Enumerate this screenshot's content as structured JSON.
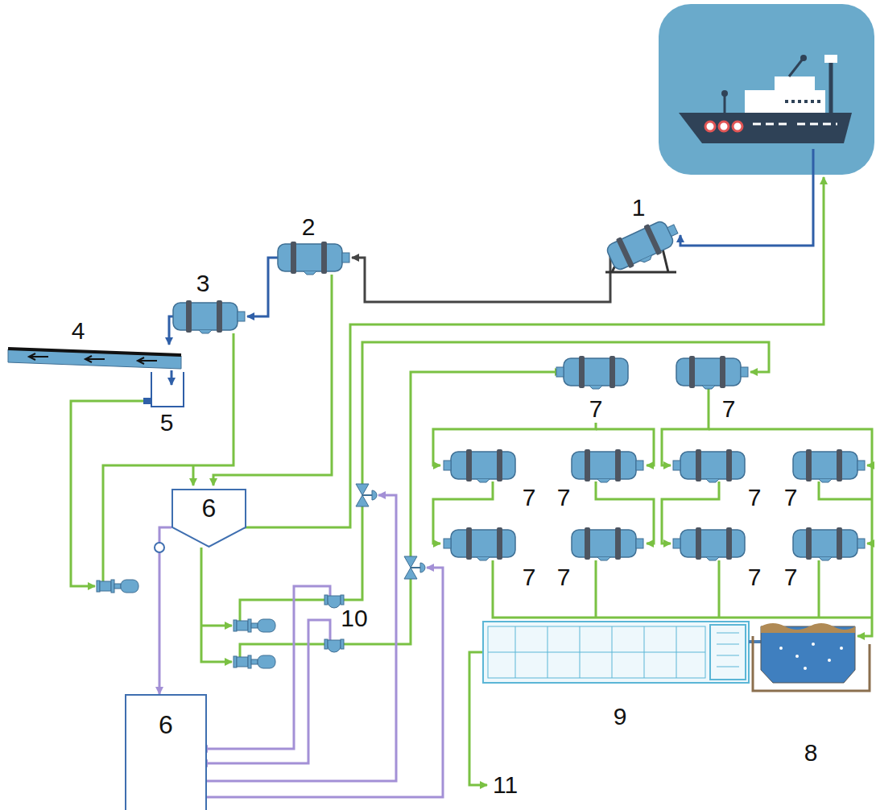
{
  "diagram": {
    "nodes": [
      {
        "text": [
          "6"
        ]
      },
      {
        "text": [
          "6"
        ]
      }
    ],
    "edges": [
      {
        "from": 0,
        "to": 1,
        "arrow": "to"
      }
    ],
    "labels": [
      "1",
      "2",
      "3",
      "4",
      "5",
      "7",
      "7",
      "7",
      "7",
      "7",
      "7",
      "7",
      "7",
      "7",
      "7",
      "10",
      "9",
      "8",
      "11"
    ]
  }
}
